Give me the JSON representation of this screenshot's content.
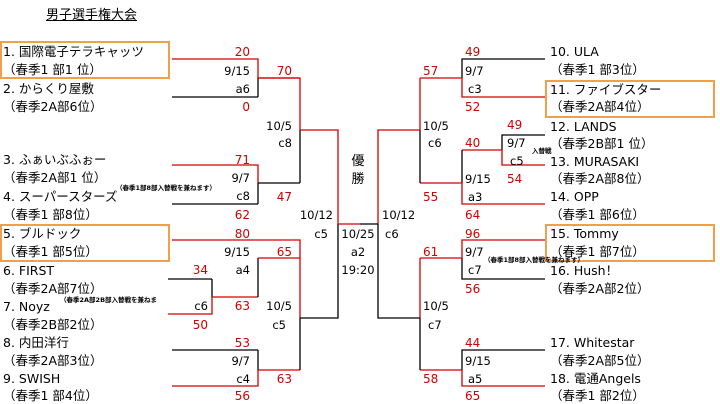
{
  "title": "男子選手権大会",
  "final": {
    "label_1": "優",
    "label_2": "勝",
    "date": "10/25",
    "court": "a2",
    "time": "19:20"
  },
  "teams": {
    "t1": "1. 国際電子テラキャッツ",
    "t1_sub": "（春季1 部1 位）",
    "t2": "2. からくり屋敷",
    "t2_sub": "（春季2A部6位）",
    "t3": "3. ふぁいぶふぉー",
    "t3_sub": "（春季2A部1 位）",
    "t4": "4. スーパースターズ",
    "t4_sub": "（春季1 部8位）",
    "t5": "5. ブルドック",
    "t5_sub": "（春季1 部5位）",
    "t6": "6. FIRST",
    "t6_sub": "（春季2A部7位）",
    "t7": "7. Noyz",
    "t7_sub": "（春季2B部2位）",
    "t8": "8. 内田洋行",
    "t8_sub": "（春季2A部3位）",
    "t9": "9. SWISH",
    "t9_sub": "（春季1 部4位）",
    "t10": "10. ULA",
    "t10_sub": "（春季1 部3位）",
    "t11": "11. ファイブスター",
    "t11_sub": "（春季2A部4位）",
    "t12": "12. LANDS",
    "t12_sub": "（春季2B部1 位）",
    "t13": "13. MURASAKI",
    "t13_sub": "（春季2A部8位）",
    "t14": "14. OPP",
    "t14_sub": "（春季1 部6位）",
    "t15": "15. Tommy",
    "t15_sub": "（春季1 部7位）",
    "t16": "16. Hush！",
    "t16_sub": "（春季2A部2位）",
    "t17": "17. Whitestar",
    "t17_sub": "（春季2A部5位）",
    "t18": "18. 電通Angels",
    "t18_sub": "（春季1 部2位）"
  },
  "notes": {
    "left_upper": "（春季1部8部入替戦を兼ねます）",
    "left_lower": "（春季2A部2B部入替戦を兼ねま",
    "right_13": "入替戦",
    "right_15": "（春季1部8部入替戦を兼ねます）"
  },
  "scores": {
    "s1": "20",
    "s2": "0",
    "s3": "70",
    "s4": "71",
    "s5": "47",
    "s6": "62",
    "s7": "80",
    "s8": "65",
    "s9": "34",
    "s10": "63",
    "s11": "50",
    "s12": "53",
    "s13": "63",
    "s14": "56",
    "s15": "49",
    "s16": "52",
    "s17": "57",
    "s18": "49",
    "s19": "40",
    "s20": "54",
    "s21": "55",
    "s22": "64",
    "s23": "96",
    "s24": "61",
    "s25": "56",
    "s26": "44",
    "s27": "58",
    "s28": "65"
  },
  "matches": {
    "m1_date": "9/15",
    "m1_court": "a6",
    "m2_date": "10/5",
    "m2_court": "c8",
    "m3_date": "9/7",
    "m3_court": "c8",
    "m4_date": "10/12",
    "m4_court": "c5",
    "m5_date": "9/15",
    "m5_court": "a4",
    "m6_court": "c6",
    "m7_date": "10/5",
    "m7_court": "c5",
    "m8_date": "9/7",
    "m8_court": "c4",
    "m9_date": "9/7",
    "m9_court": "c3",
    "m10_date": "10/5",
    "m10_court": "c6",
    "m11_date": "9/7",
    "m11_court": "c5",
    "m12_date": "9/15",
    "m12_court": "a3",
    "m13_date": "10/12",
    "m13_court": "c6",
    "m14_date": "9/7",
    "m14_court": "c7",
    "m15_date": "10/5",
    "m15_court": "c7",
    "m16_date": "9/15",
    "m16_court": "a5"
  },
  "colors": {
    "line_black": "#000000",
    "line_red": "#d40000",
    "highlight": "#f0a04a"
  }
}
